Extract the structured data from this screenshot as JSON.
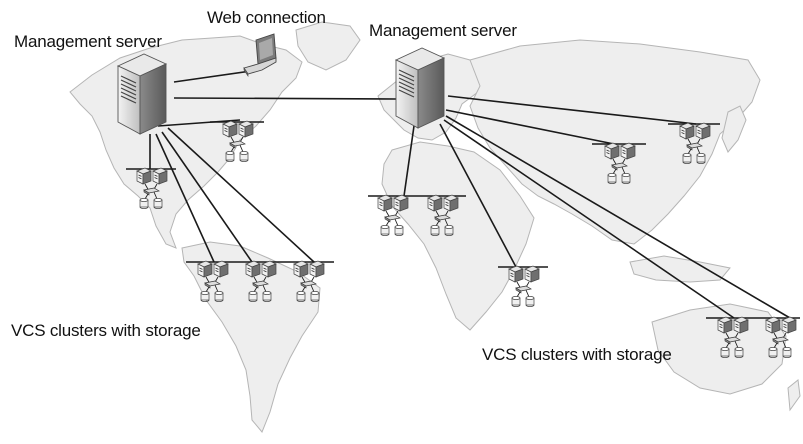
{
  "labels": {
    "web_connection": "Web connection",
    "management_server_left": "Management server",
    "management_server_right": "Management server",
    "vcs_clusters_left": "VCS clusters with storage",
    "vcs_clusters_right": "VCS clusters with storage"
  },
  "colors": {
    "map_fill": "#eeeeee",
    "map_stroke": "#b5b5b5",
    "line": "#1a1a1a",
    "server_dark": "#555555",
    "server_light": "#d8d8d8"
  },
  "icons": {
    "management_server": "tower-server-icon",
    "laptop": "laptop-icon",
    "cluster": "vcs-cluster-node-icon",
    "storage": "storage-disk-icon"
  }
}
